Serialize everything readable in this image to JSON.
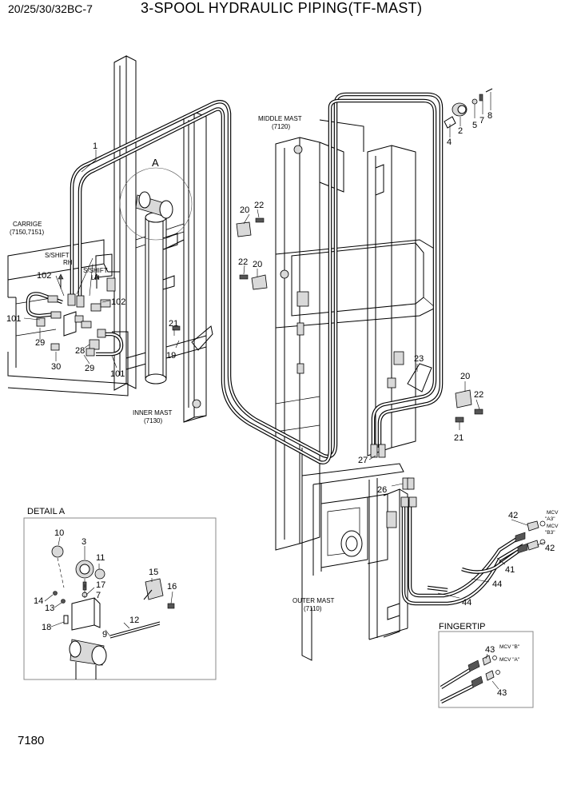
{
  "header": {
    "model": "20/25/30/32BC-7",
    "title": "3-SPOOL HYDRAULIC PIPING(TF-MAST)"
  },
  "page_number": "7180",
  "assembly_labels": {
    "carriage": "CARRIGE",
    "carriage_ref": "(7150,7151)",
    "inner_mast": "INNER MAST",
    "inner_mast_ref": "(7130)",
    "middle_mast": "MIDDLE MAST",
    "middle_mast_ref": "(7120)",
    "outer_mast": "OUTER MAST",
    "outer_mast_ref": "(7110)",
    "sshift": "S/SHIFT",
    "rh": "RH",
    "lh": "LH",
    "detail_ref": "A"
  },
  "detail": {
    "title": "DETAIL A"
  },
  "fingertip": {
    "title": "FINGERTIP",
    "mcv_b": "MCV \"B\"",
    "mcv_a": "MCV \"A\""
  },
  "mcv_main": {
    "a3": [
      "MCV",
      "\"A3\""
    ],
    "b3": [
      "MCV",
      "\"B3\""
    ]
  },
  "callouts": {
    "c1": "1",
    "c2": "2",
    "c4": "4",
    "c5": "5",
    "c7": "7",
    "c8": "8",
    "c20a": "20",
    "c22a": "22",
    "c22b": "22",
    "c20b": "20",
    "c21a": "21",
    "c19": "19",
    "c102a": "102",
    "c102b": "102",
    "c101a": "101",
    "c101b": "101",
    "c29a": "29",
    "c29b": "29",
    "c30": "30",
    "c28": "28",
    "c23": "23",
    "c20c": "20",
    "c22c": "22",
    "c21b": "21",
    "c27": "27",
    "c26": "26",
    "c42a": "42",
    "c42b": "42",
    "c41": "41",
    "c44a": "44",
    "c44b": "44",
    "d10": "10",
    "d3": "3",
    "d11": "11",
    "d17": "17",
    "d7": "7",
    "d14": "14",
    "d13": "13",
    "d18": "18",
    "d9": "9",
    "d12": "12",
    "d15": "15",
    "d16": "16",
    "f43a": "43",
    "f43b": "43"
  }
}
